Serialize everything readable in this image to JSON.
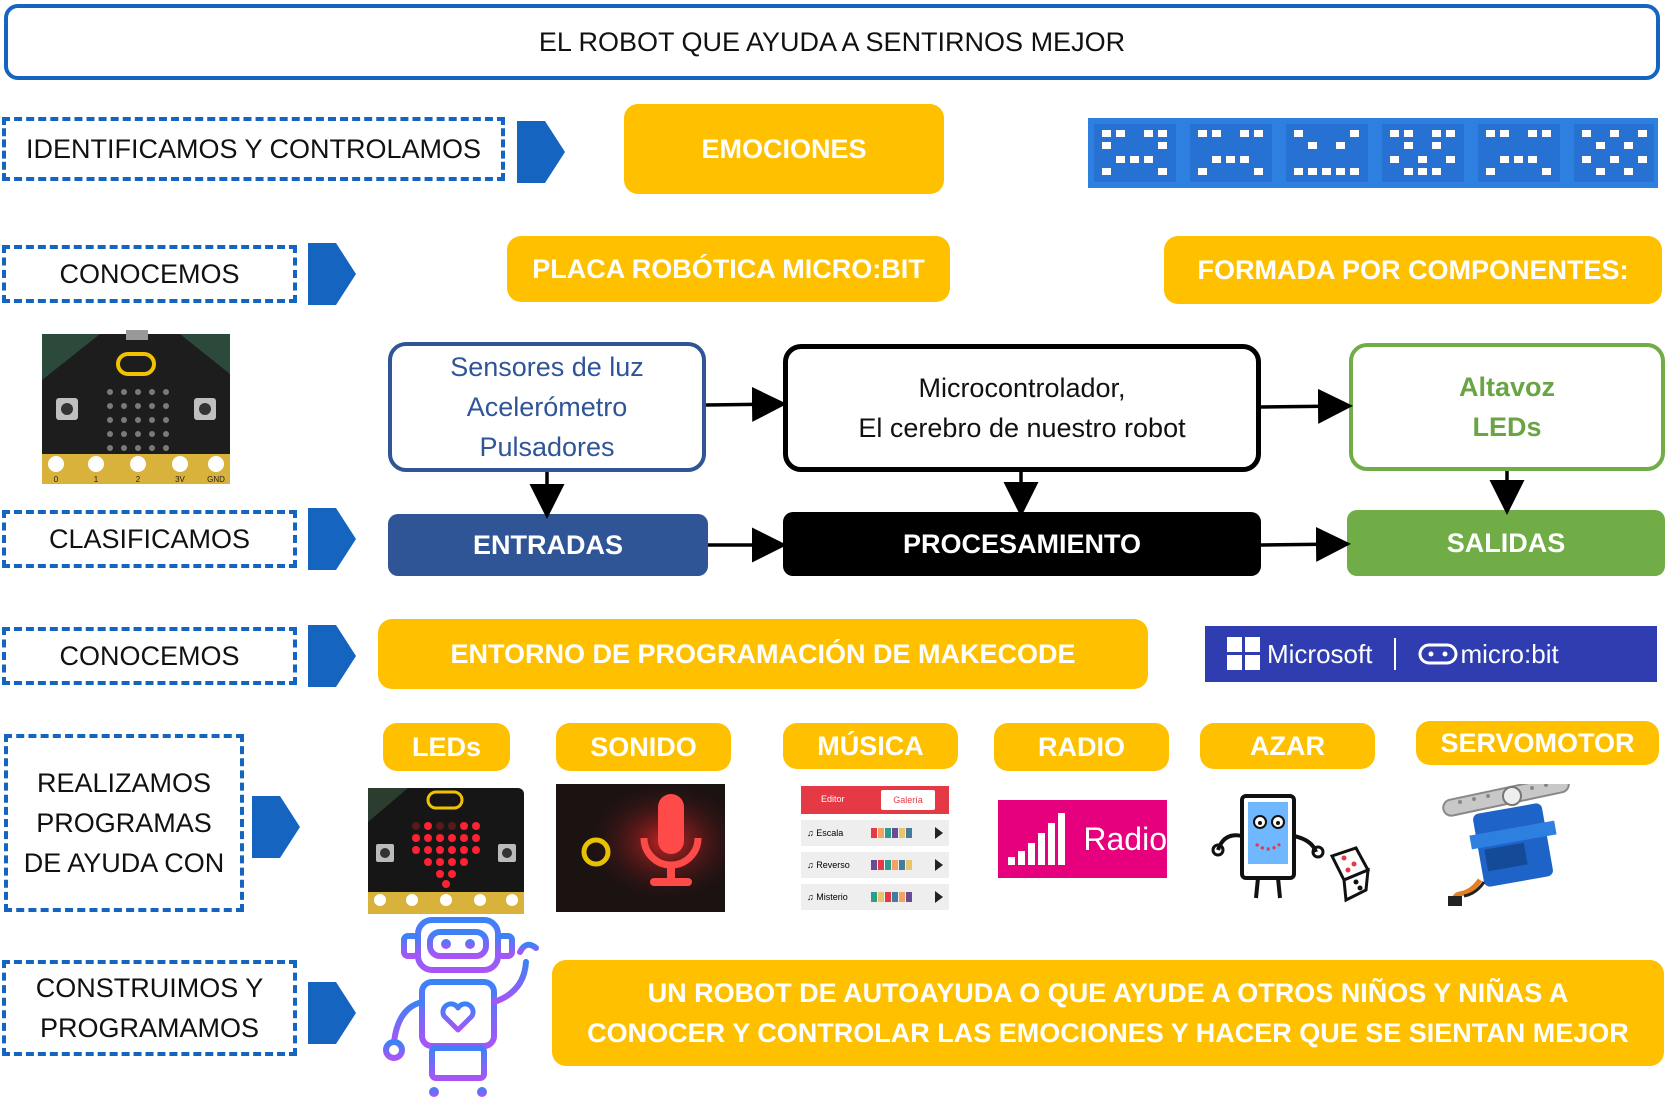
{
  "title": "EL ROBOT QUE AYUDA A SENTIRNOS MEJOR",
  "rows": {
    "identificamos": {
      "label": "IDENTIFICAMOS Y CONTROLAMOS",
      "box": "EMOCIONES"
    },
    "conocemos1": {
      "label": "CONOCEMOS",
      "box": "PLACA ROBÓTICA MICRO:BIT",
      "box2": "FORMADA POR COMPONENTES:"
    },
    "clasificamos": {
      "label": "CLASIFICAMOS"
    },
    "conocemos2": {
      "label": "CONOCEMOS",
      "box": "ENTORNO DE PROGRAMACIÓN DE MAKECODE"
    },
    "realizamos": {
      "label": "REALIZAMOS PROGRAMAS DE AYUDA CON"
    },
    "construimos": {
      "label": "CONSTRUIMOS Y PROGRAMAMOS",
      "box_line1": "UN ROBOT DE AUTOAYUDA O QUE AYUDE A OTROS NIÑOS Y NIÑAS A",
      "box_line2": "CONOCER Y CONTROLAR LAS EMOCIONES Y HACER QUE SE SIENTAN MEJOR"
    }
  },
  "components": {
    "inputs": {
      "line1": "Sensores de luz",
      "line2": "Acelerómetro",
      "line3": "Pulsadores",
      "category": "ENTRADAS"
    },
    "processor": {
      "line1": "Microcontrolador,",
      "line2": "El cerebro de nuestro robot",
      "category": "PROCESAMIENTO"
    },
    "outputs": {
      "line1": "Altavoz",
      "line2": "LEDs",
      "category": "SALIDAS"
    }
  },
  "banner": {
    "microsoft": "Microsoft",
    "microbit": "micro:bit"
  },
  "programs": [
    {
      "label": "LEDs"
    },
    {
      "label": "SONIDO"
    },
    {
      "label": "MÚSICA"
    },
    {
      "label": "RADIO"
    },
    {
      "label": "AZAR"
    },
    {
      "label": "SERVOMOTOR"
    }
  ],
  "music_tile": {
    "tab1": "Editor",
    "tab2": "Galería",
    "row1": "Escala",
    "row2": "Reverso",
    "row3": "Misterio"
  },
  "radio_tile": {
    "label": "Radio"
  },
  "pin_labels": {
    "p0": "0",
    "p1": "1",
    "p2": "2",
    "p3v": "3V",
    "gnd": "GND"
  },
  "colors": {
    "blue_border": "#1565c0",
    "yellow": "#ffc000",
    "entradas": "#2f5597",
    "procesamiento": "#000000",
    "salidas": "#70ad47",
    "banner": "#2f3db0",
    "led_panel": "#2d7fe0"
  }
}
